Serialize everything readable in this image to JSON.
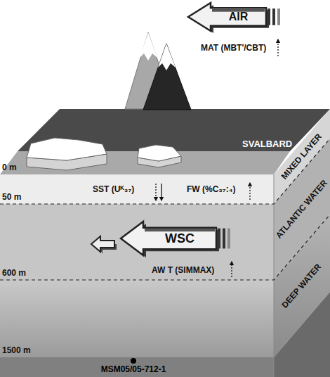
{
  "diagram": {
    "nodes": [
      {
        "text": [
          "AIR"
        ]
      },
      {
        "text": [
          "WSC"
        ]
      }
    ],
    "labels": [
      "MAT (MBT'/CBT)",
      "SVALBARD",
      "0 m",
      "50 m",
      "600 m",
      "1500 m",
      "SST (Uᴷ₃₇)",
      "FW (%C₃₇:₄)",
      "MIXED LAYER",
      "ATLANTIC WATER",
      "DEEP WATER",
      "AW T (SIMMAX)",
      "MSM05/05-712-1"
    ]
  }
}
